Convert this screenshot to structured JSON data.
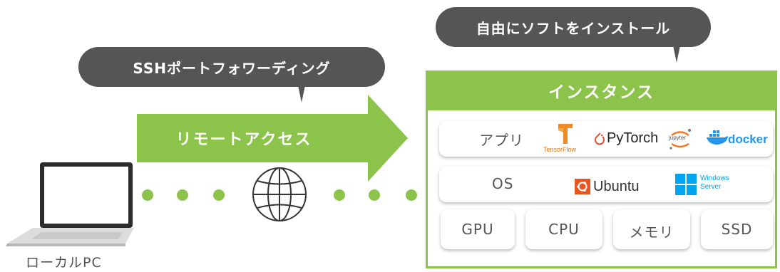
{
  "bubbles": {
    "ssh": "SSHポートフォワーディング",
    "install": "自由にソフトをインストール"
  },
  "arrow": {
    "label": "リモートアクセス"
  },
  "local": {
    "label": "ローカルPC"
  },
  "instance": {
    "title": "インスタンス",
    "rows": {
      "apps": {
        "label": "アプリ",
        "logos": {
          "tensorflow": "TensorFlow",
          "pytorch": "PyTorch",
          "jupyter": "jupyter",
          "docker": "docker"
        }
      },
      "os": {
        "label": "OS",
        "logos": {
          "ubuntu": "Ubuntu",
          "windows_line1": "Windows",
          "windows_line2": "Server"
        }
      },
      "hardware": [
        "GPU",
        "CPU",
        "メモリ",
        "SSD"
      ]
    }
  },
  "colors": {
    "green": "#8cc34a",
    "bubble": "#555555",
    "tensorflow": "#f08a24",
    "pytorch": "#ee4c2c",
    "docker": "#2496ed",
    "ubuntu": "#e95420",
    "windows": "#00a4ef"
  }
}
